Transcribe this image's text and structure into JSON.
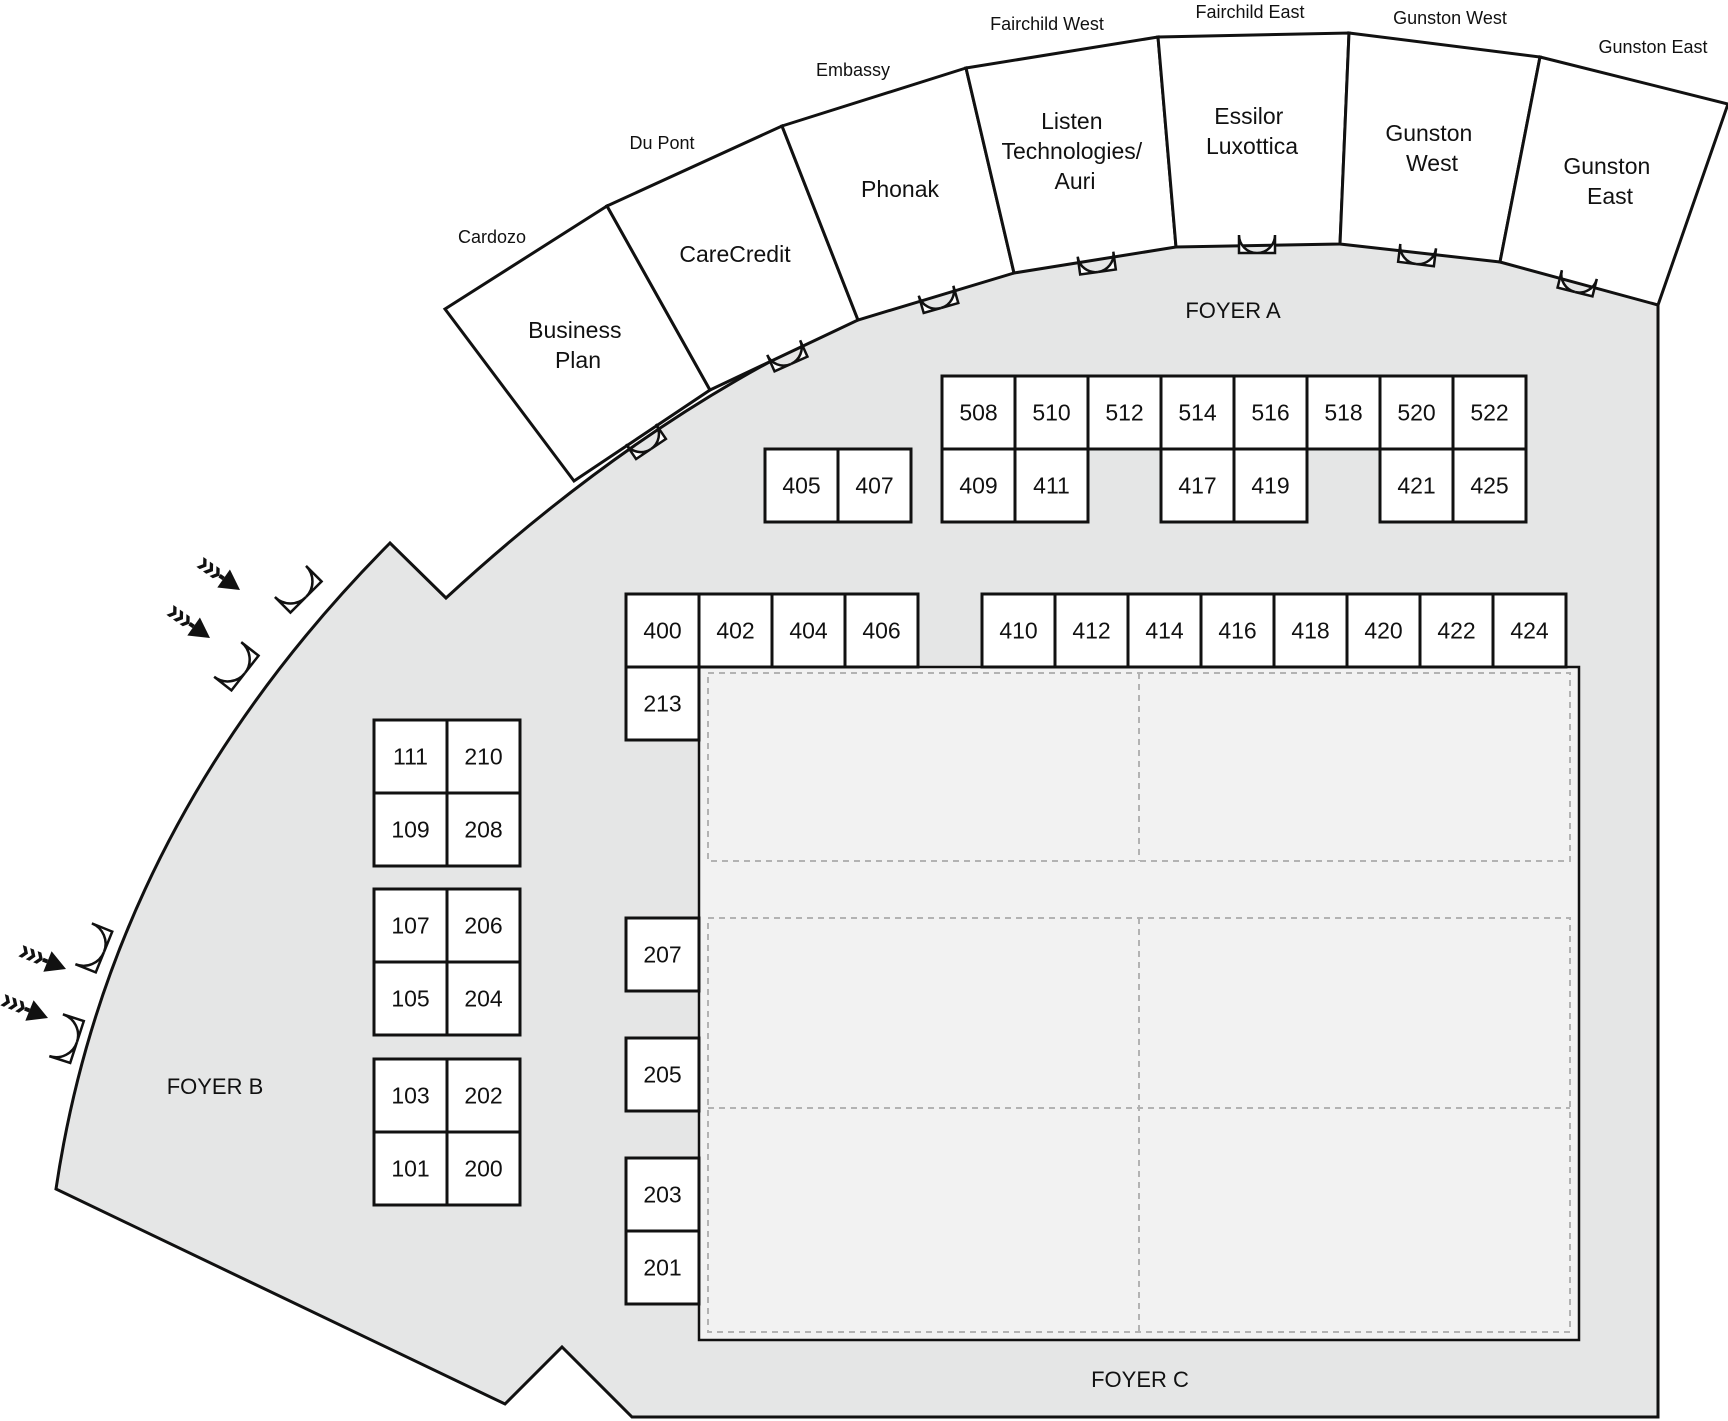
{
  "foyers": {
    "a": "FOYER A",
    "b": "FOYER B",
    "c": "FOYER C"
  },
  "rooms": [
    {
      "label": "Cardozo",
      "name": [
        "Business",
        "Plan"
      ]
    },
    {
      "label": "Du Pont",
      "name": [
        "CareCredit"
      ]
    },
    {
      "label": "Embassy",
      "name": [
        "Phonak"
      ]
    },
    {
      "label": "Fairchild West",
      "name": [
        "Listen",
        "Technologies/",
        "Auri"
      ]
    },
    {
      "label": "Fairchild East",
      "name": [
        "Essilor",
        "Luxottica"
      ]
    },
    {
      "label": "Gunston West",
      "name": [
        "Gunston",
        "West"
      ]
    },
    {
      "label": "Gunston East",
      "name": [
        "Gunston",
        "East"
      ]
    }
  ],
  "booths": {
    "row_500": [
      "508",
      "510",
      "512",
      "514",
      "516",
      "518",
      "520",
      "522"
    ],
    "row_400_upper": [
      "405",
      "407",
      "409",
      "411",
      "417",
      "419",
      "421",
      "425"
    ],
    "row_400_lower": [
      "400",
      "402",
      "404",
      "406",
      "410",
      "412",
      "414",
      "416",
      "418",
      "420",
      "422",
      "424"
    ],
    "row_200_column": [
      "213",
      "207",
      "205",
      "203",
      "201"
    ],
    "left_blocks": [
      "111",
      "210",
      "109",
      "208",
      "107",
      "206",
      "105",
      "204",
      "103",
      "202",
      "101",
      "200"
    ]
  },
  "colors": {
    "floor": "#e5e6e6",
    "hall": "#f2f2f2",
    "room_fill": "#ffffff",
    "stroke": "#111111",
    "hall_divider": "#b3b3b3"
  },
  "icons": {
    "entrance": "entrance-arrow-icon",
    "door": "double-door-icon"
  }
}
